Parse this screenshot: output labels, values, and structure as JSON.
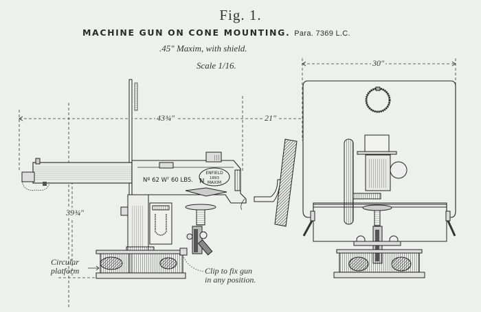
{
  "figure": {
    "number": "Fig. 1.",
    "title": "MACHINE GUN ON CONE MOUNTING.",
    "paragraph_ref": "Para. 7369 L.C.",
    "subtitle": ".45\" Maxim, with shield.",
    "scale": "Scale 1/16."
  },
  "dimensions": {
    "gun_length": "43¾\"",
    "shield_offset": "21\"",
    "height": "39¾\"",
    "shield_width": "30\""
  },
  "gun_markings": {
    "serial": "Nº 62  Wᵀ 60 LBS.",
    "mark": "N",
    "maker": "ENFIELD",
    "year": "1893",
    "type": "MAXIM"
  },
  "annotations": {
    "platform": "Circular\nplatform",
    "clip": "Clip to fix gun\nin any position."
  },
  "views": {
    "left": "side elevation",
    "right": "front elevation with shield"
  },
  "colors": {
    "paper": "#eef0ee",
    "ink": "#2a2a2a"
  }
}
